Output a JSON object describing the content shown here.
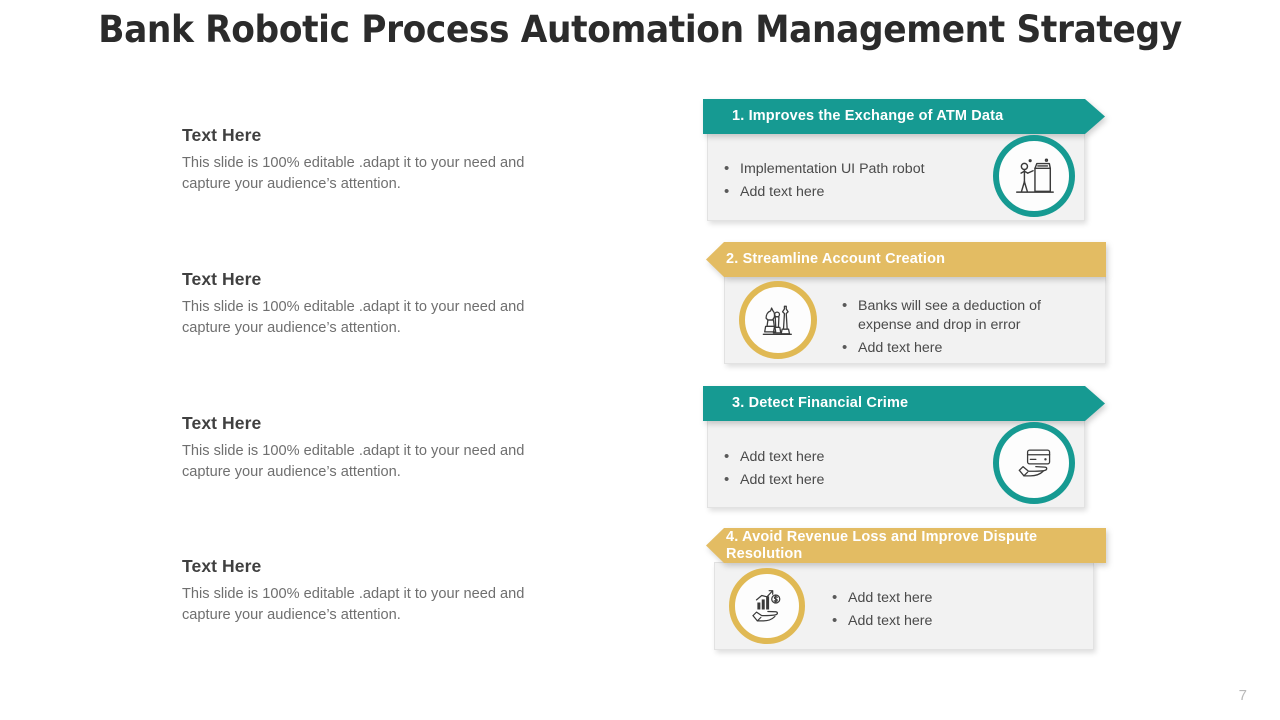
{
  "slide": {
    "title": "Bank Robotic Process Automation Management Strategy",
    "page_number": "7"
  },
  "theme": {
    "teal": "#169a92",
    "gold": "#e3bc63",
    "panel_bg": "#f2f2f2",
    "panel_border": "#e2e2e2",
    "title_color": "#2b2b2b",
    "heading_color": "#404040",
    "body_color": "#6f6f6f",
    "bullet_color": "#4a4a4a",
    "page_number_color": "#b9b9b9"
  },
  "left_column": {
    "blocks": [
      {
        "heading": "Text Here",
        "body": "This slide is 100% editable .adapt it to your need and capture your audience’s attention."
      },
      {
        "heading": "Text Here",
        "body": "This slide is 100% editable .adapt it to your need and capture your audience’s attention."
      },
      {
        "heading": "Text Here",
        "body": "This slide is 100% editable .adapt it to your need and capture your audience’s attention."
      },
      {
        "heading": "Text Here",
        "body": "This slide is 100% editable .adapt it to your need and capture your audience’s attention."
      }
    ]
  },
  "cards": [
    {
      "number": "1.",
      "title": "1. Improves the Exchange of ATM Data",
      "color": "teal",
      "direction": "right",
      "icon": "atm-kiosk-icon",
      "icon_side": "right",
      "bullets": [
        "Implementation  UI  Path robot",
        "Add text here"
      ]
    },
    {
      "number": "2.",
      "title": "2.  Streamline Account Creation",
      "color": "gold",
      "direction": "left",
      "icon": "chess-pieces-icon",
      "icon_side": "left",
      "bullets": [
        "Banks will see a deduction of expense and drop in error",
        "Add text here"
      ]
    },
    {
      "number": "3.",
      "title": "3. Detect Financial Crime",
      "color": "teal",
      "direction": "right",
      "icon": "hand-credit-card-icon",
      "icon_side": "right",
      "bullets": [
        "Add text here",
        "Add text here"
      ]
    },
    {
      "number": "4.",
      "title": "4. Avoid Revenue Loss and Improve Dispute Resolution",
      "color": "gold",
      "direction": "left",
      "icon": "hand-growth-chart-icon",
      "icon_side": "left",
      "bullets": [
        "Add text here",
        "Add text here"
      ]
    }
  ]
}
